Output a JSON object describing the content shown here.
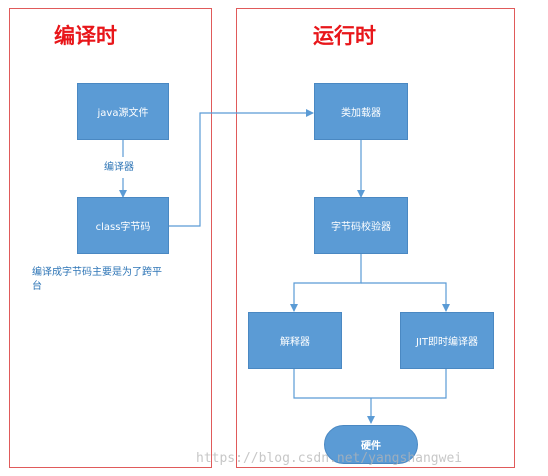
{
  "compile_panel": {
    "title": "编译时",
    "source_file": "java源文件",
    "compiler_label": "编译器",
    "bytecode": "class字节码",
    "note": "编译成字节码主要是为了跨平台"
  },
  "runtime_panel": {
    "title": "运行时",
    "class_loader": "类加载器",
    "bytecode_verifier": "字节码校验器",
    "interpreter": "解释器",
    "jit_compiler": "JIT即时编译器",
    "hardware": "硬件"
  },
  "watermark": "https://blog.csdn.net/yangshangwei",
  "colors": {
    "panel_border": "#e05a5a",
    "title": "#e8161a",
    "box_fill": "#5b9bd5",
    "connector": "#5b9bd5",
    "note_text": "#2e75b6"
  }
}
